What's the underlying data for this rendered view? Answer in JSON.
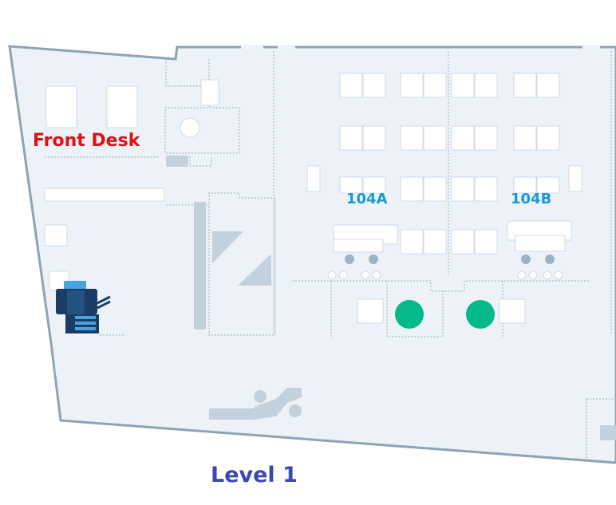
{
  "map": {
    "front_desk_label": "Front Desk",
    "room_a_label": "104A",
    "room_b_label": "104B",
    "level_label": "Level 1"
  },
  "colors": {
    "background": "#ffffff",
    "floor": "#edf2f9",
    "wall": "#8ea3b3",
    "dashed": "#9aaebb",
    "furniture": "#ffffff",
    "furniture_stroke": "#cfdbe5",
    "stair": "#c2d1dc",
    "front_desk_text": "#dd1111",
    "room_text": "#1a9ad6",
    "level_text": "#3a48b4",
    "marker": "#06b98a",
    "printer_dark": "#1c3d63",
    "printer_light": "#4aa2e0"
  },
  "icons": [
    "printer-icon",
    "accessible-seat-icon",
    "location-marker",
    "stairs-icon"
  ]
}
